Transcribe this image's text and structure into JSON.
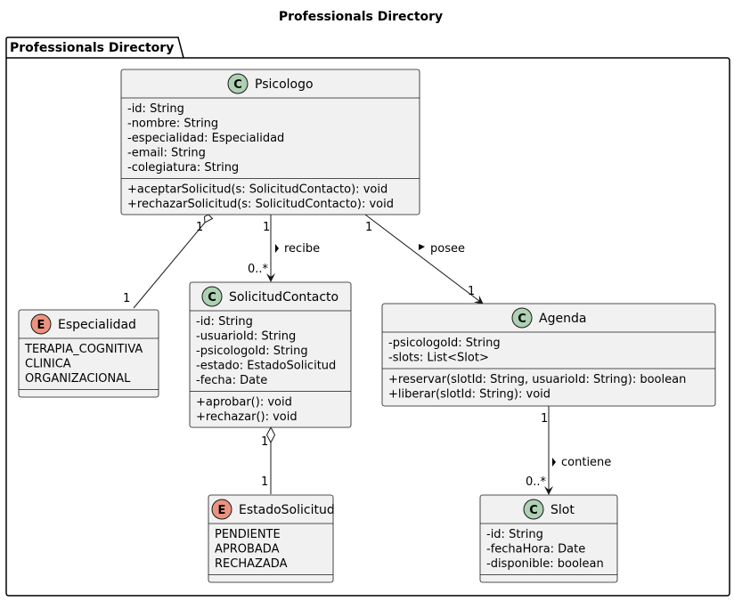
{
  "title": "Professionals Directory",
  "package": {
    "name": "Professionals Directory"
  },
  "classes": {
    "psicologo": {
      "stereotype": "C",
      "name": "Psicologo",
      "attributes": [
        "-id: String",
        "-nombre: String",
        "-especialidad: Especialidad",
        "-email: String",
        "-colegiatura: String"
      ],
      "methods": [
        "+aceptarSolicitud(s: SolicitudContacto): void",
        "+rechazarSolicitud(s: SolicitudContacto): void"
      ]
    },
    "especialidad": {
      "stereotype": "E",
      "name": "Especialidad",
      "attributes": [
        "TERAPIA_COGNITIVA",
        "CLINICA",
        "ORGANIZACIONAL"
      ],
      "methods": []
    },
    "solicitud": {
      "stereotype": "C",
      "name": "SolicitudContacto",
      "attributes": [
        "-id: String",
        "-usuarioId: String",
        "-psicologoId: String",
        "-estado: EstadoSolicitud",
        "-fecha: Date"
      ],
      "methods": [
        "+aprobar(): void",
        "+rechazar(): void"
      ]
    },
    "agenda": {
      "stereotype": "C",
      "name": "Agenda",
      "attributes": [
        "-psicologoId: String",
        "-slots: List<Slot>"
      ],
      "methods": [
        "+reservar(slotId: String, usuarioId: String): boolean",
        "+liberar(slotId: String): void"
      ]
    },
    "estado": {
      "stereotype": "E",
      "name": "EstadoSolicitud",
      "attributes": [
        "PENDIENTE",
        "APROBADA",
        "RECHAZADA"
      ],
      "methods": []
    },
    "slot": {
      "stereotype": "C",
      "name": "Slot",
      "attributes": [
        "-id: String",
        "-fechaHora: Date",
        "-disponible: boolean"
      ],
      "methods": []
    }
  },
  "relations": {
    "psicologo_especialidad": {
      "from_mult": "1",
      "to_mult": "1"
    },
    "psicologo_solicitud": {
      "from_mult": "1",
      "to_mult": "0..*",
      "label": "recibe"
    },
    "psicologo_agenda": {
      "from_mult": "1",
      "to_mult": "1",
      "label": "posee"
    },
    "solicitud_estado": {
      "from_mult": "1",
      "to_mult": "1"
    },
    "agenda_slot": {
      "from_mult": "1",
      "to_mult": "0..*",
      "label": "contiene"
    }
  },
  "colors": {
    "class_fill": "#f1f1f1",
    "class_stroke": "#181818",
    "class_circle": "#add1b2",
    "enum_circle": "#eb937f",
    "line": "#181818"
  }
}
